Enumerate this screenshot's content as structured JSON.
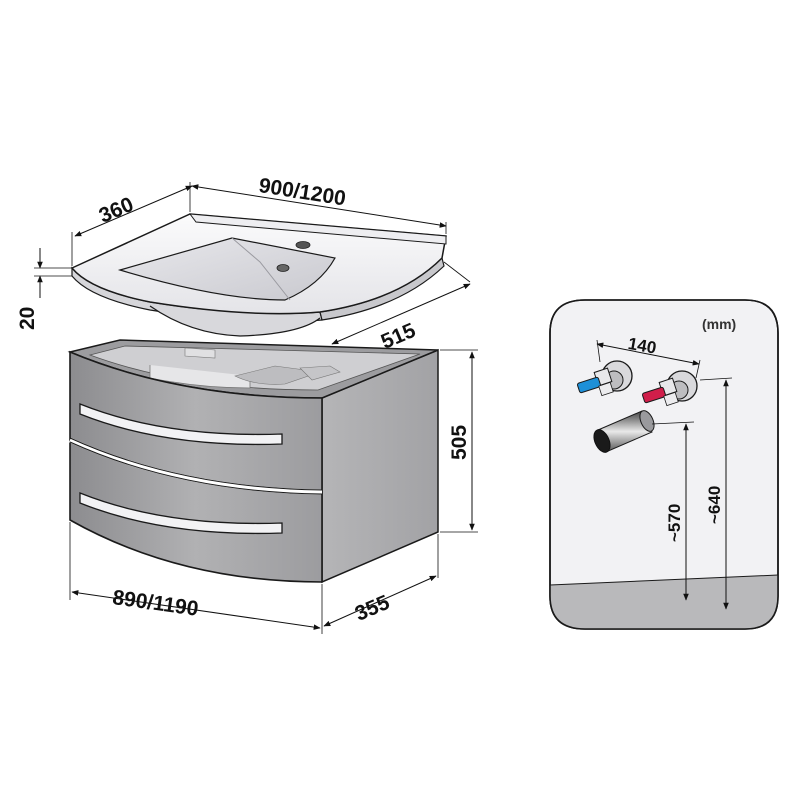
{
  "diagram": {
    "dimensions": {
      "basin_depth": "360",
      "basin_width": "900/1200",
      "basin_thickness": "20",
      "basin_diagonal": "515",
      "cabinet_height": "505",
      "cabinet_width": "890/1190",
      "cabinet_depth": "355"
    },
    "detail": {
      "units": "(mm)",
      "tap_spacing": "140",
      "drain_height": "~570",
      "tap_height": "~640"
    },
    "colors": {
      "cabinet": "#a9a9ab",
      "cabinet_dark": "#8d8d90",
      "basin": "#f4f4f6",
      "detail_panel": "#f2f2f4",
      "floor": "#b9b9bb",
      "cold_tap": "#1e90d8",
      "hot_tap": "#d01e4a"
    }
  }
}
